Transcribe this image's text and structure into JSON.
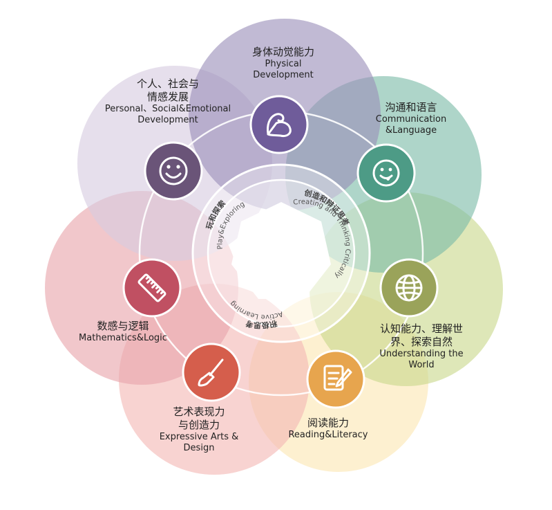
{
  "colors": {
    "physical": "#9b8fba",
    "personal": "#d6cce0",
    "communication": "#7cbca8",
    "understanding": "#c9d98c",
    "reading": "#fbe6b3",
    "expressive": "#f4b8b4",
    "mathematics": "#e9a4ab",
    "icon_physical": "#6f5c9a",
    "icon_personal": "#6a5478",
    "icon_communication": "#4d9b86",
    "icon_understanding": "#9aa35a",
    "icon_reading": "#e7a54e",
    "icon_expressive": "#d55e4c",
    "icon_mathematics": "#c05062"
  },
  "areas": [
    {
      "key": "physical",
      "zh": "身体动觉能力",
      "en": "Physical\nDevelopment",
      "icon": "muscle-arm-icon"
    },
    {
      "key": "personal",
      "zh": "个人、社会与\n情感发展",
      "en": "Personal、Social&Emotional\nDevelopment",
      "icon": "smiley-face-icon"
    },
    {
      "key": "communication",
      "zh": "沟通和语言",
      "en": "Communication\n&Language",
      "icon": "tongue-face-icon"
    },
    {
      "key": "understanding",
      "zh": "认知能力、理解世\n界、探索自然",
      "en": "Understanding the\nWorld",
      "icon": "globe-icon"
    },
    {
      "key": "reading",
      "zh": "阅读能力",
      "en": "Reading&Literacy",
      "icon": "notepad-pen-icon"
    },
    {
      "key": "expressive",
      "zh": "艺术表现力\n与创造力",
      "en": "Expressive Arts &\nDesign",
      "icon": "paintbrush-icon"
    },
    {
      "key": "mathematics",
      "zh": "数感与逻辑",
      "en": "Mathematics&Logic",
      "icon": "ruler-icon"
    }
  ],
  "core": {
    "play": {
      "zh": "玩和探索",
      "en": "Play&Exploring"
    },
    "creating": {
      "zh": "创造和辩证思考",
      "en": "Creating and Thinking Critically"
    },
    "active": {
      "zh": "积极思考",
      "en": "Active Learning"
    }
  }
}
